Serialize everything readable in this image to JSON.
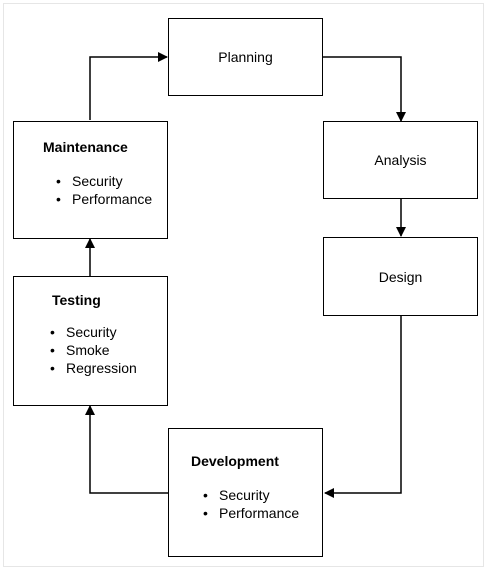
{
  "nodes": {
    "planning": {
      "label": "Planning"
    },
    "analysis": {
      "label": "Analysis"
    },
    "design": {
      "label": "Design"
    },
    "development": {
      "label": "Development",
      "items": [
        "Security",
        "Performance"
      ]
    },
    "testing": {
      "label": "Testing",
      "items": [
        "Security",
        "Smoke",
        "Regression"
      ]
    },
    "maintenance": {
      "label": "Maintenance",
      "items": [
        "Security",
        "Performance"
      ]
    }
  },
  "colors": {
    "stroke": "#000000",
    "fill": "#ffffff",
    "frame": "#e6e6e6"
  }
}
